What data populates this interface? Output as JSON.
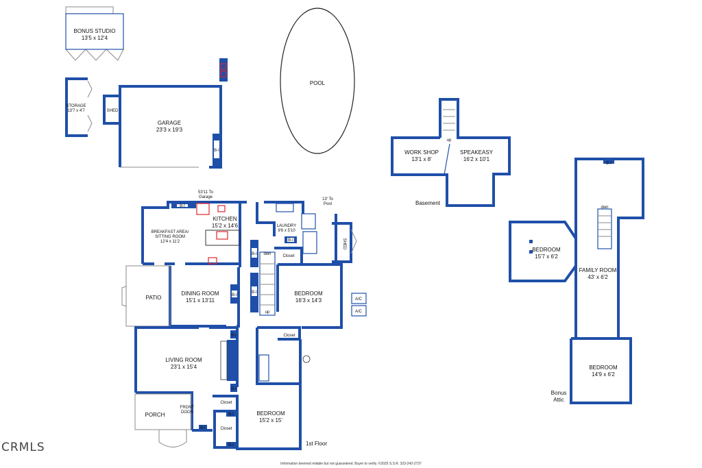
{
  "rooms": {
    "bonus_studio": {
      "name": "BONUS STUDIO",
      "dims": "13'5 x 12'4"
    },
    "pool": {
      "name": "POOL"
    },
    "storage": {
      "name": "STORAGE",
      "dims": "13'7 x 4'7"
    },
    "shed_garage": {
      "name": "SHED"
    },
    "garage": {
      "name": "GARAGE",
      "dims": "23'3 x 19'3"
    },
    "work_shop": {
      "name": "WORK SHOP",
      "dims": "13'1 x 8'"
    },
    "speakeasy": {
      "name": "SPEAKEASY",
      "dims": "16'2 x 10'1"
    },
    "kitchen": {
      "name": "KITCHEN",
      "dims": "15'2 x 14'6"
    },
    "breakfast": {
      "name": "BREAKFAST AREA/",
      "name2": "SITTING ROOM",
      "dims": "12'4 x 11'2"
    },
    "laundry": {
      "name": "LAUNDRY",
      "dims": "9'6 x 5'10"
    },
    "shed_house": {
      "name": "SHED"
    },
    "patio": {
      "name": "PATIO"
    },
    "dining": {
      "name": "DINING ROOM",
      "dims": "15'1 x 13'11"
    },
    "bedroom_mid": {
      "name": "BEDROOM",
      "dims": "16'3 x 14'3"
    },
    "living": {
      "name": "LIVING ROOM",
      "dims": "23'1 x 15'4"
    },
    "porch": {
      "name": "PORCH"
    },
    "front_door": {
      "line1": "FRONT",
      "line2": "DOOR"
    },
    "bedroom_front": {
      "name": "BEDROOM",
      "dims": "15'2 x 15'"
    },
    "bedroom_attic1": {
      "name": "BEDROOM",
      "dims": "15'7 x 6'2"
    },
    "family_room": {
      "name": "FAMILY ROOM",
      "dims": "43' x 6'2"
    },
    "bedroom_attic2": {
      "name": "BEDROOM",
      "dims": "14'9 x 6'2"
    }
  },
  "labels": {
    "closet": "Closet",
    "builtin": "B-I",
    "dwn": "dwn",
    "up": "up",
    "ac": "A/C",
    "to_garage_1": "53'11 To",
    "to_garage_2": "Garage",
    "to_pool_1": "13' To",
    "to_pool_2": "Pool",
    "basement": "Basement",
    "first_floor": "1st Floor",
    "bonus_attic_1": "Bonus",
    "bonus_attic_2": "Attic",
    "logo": "CRMLS",
    "disclaimer": "Information deemed reliable but not guaranteed. Buyer to verify. ©2025 S.S.R. 323-243-2737"
  },
  "colors": {
    "wall": "#1f4fa8",
    "fixture": "#e0242c"
  }
}
